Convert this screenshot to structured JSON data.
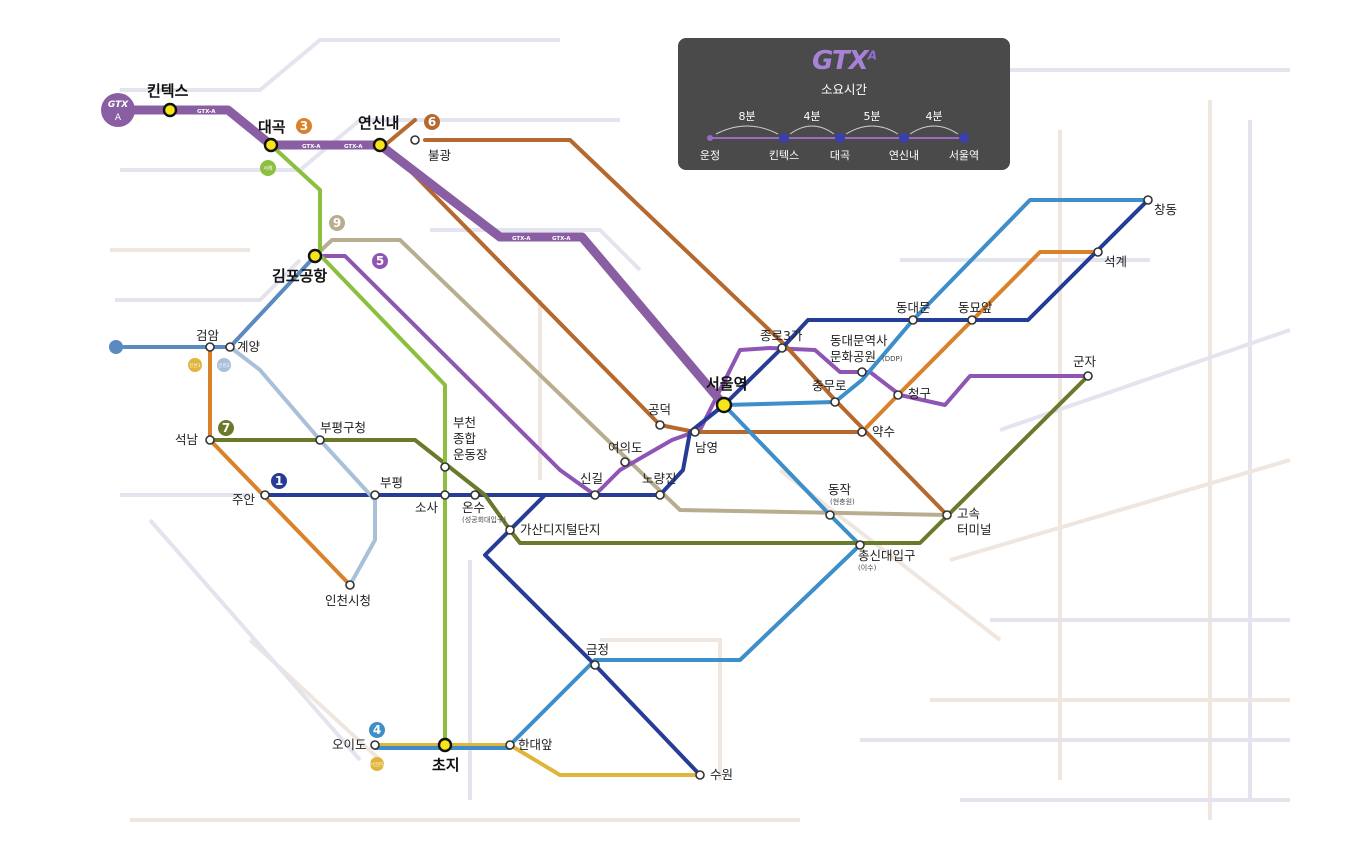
{
  "stations": {
    "kintex": "킨텍스",
    "daegok": "대곡",
    "yeonsinnae": "연신내",
    "bulgwang": "불광",
    "gimpo_airport": "김포공항",
    "geomam": "검암",
    "gyeyang": "계양",
    "seongnam": "석남",
    "bupyeonggucheong": "부평구청",
    "bucheon_line1": "부천",
    "bucheon_line2": "종합",
    "bucheon_line3": "운동장",
    "juan": "주안",
    "bupyeong": "부평",
    "sosa": "소사",
    "onsu": "온수",
    "onsu_sub": "(성공회대입구)",
    "gasan": "가산디지털단지",
    "incheon_cityhall": "인천시청",
    "singil": "신길",
    "yeouido": "여의도",
    "noryangjin": "노량진",
    "gongdeok": "공덕",
    "seoul_station": "서울역",
    "namyeong": "남영",
    "jongno3ga": "종로3가",
    "chungmuro": "충무로",
    "ddp_line1": "동대문역사",
    "ddp_line2": "문화공원",
    "ddp_sub": "(DDP)",
    "dongdaemun": "동대문",
    "dongmyo": "동묘앞",
    "cheonggu": "청구",
    "yaksu": "약수",
    "changdong": "창동",
    "seokgye": "석계",
    "gunja": "군자",
    "dongjak": "동작",
    "dongjak_sub": "(현충원)",
    "express_line1": "고속",
    "express_line2": "터미널",
    "chongshin": "총신대입구",
    "chongshin_sub": "(이수)",
    "geumjeong": "금정",
    "oido": "오이도",
    "choji": "초지",
    "handaeap": "한대앞",
    "suwon": "수원"
  },
  "badges": {
    "gtx_label": "GTX",
    "gtx_letter": "A",
    "line1": "1",
    "line3": "3",
    "line4": "4",
    "line5": "5",
    "line6": "6",
    "line7": "7",
    "line9": "9",
    "seohae": "서해",
    "incheon1": "인천1",
    "incheon2": "인천2",
    "suin": "수인분당"
  },
  "gtx_track_label": "GTX-A",
  "legend": {
    "logo": "GTX",
    "logo_suffix": "A",
    "title": "소요시간",
    "stations": [
      "운정",
      "킨텍스",
      "대곡",
      "연신내",
      "서울역"
    ],
    "times": [
      "8분",
      "4분",
      "5분",
      "4분"
    ]
  },
  "line_colors": {
    "gtx_a": "#8a5ea3",
    "line1": "#263c96",
    "line3": "#d9822b",
    "line4": "#3d8ec9",
    "line5": "#8e55b5",
    "line6": "#b5692e",
    "line7": "#697a2a",
    "line9": "#b8ae8f",
    "seohae": "#8cbf3f",
    "suin": "#e0b53b",
    "incheon2": "#a9c0d9",
    "airport": "#5b8ac0"
  }
}
